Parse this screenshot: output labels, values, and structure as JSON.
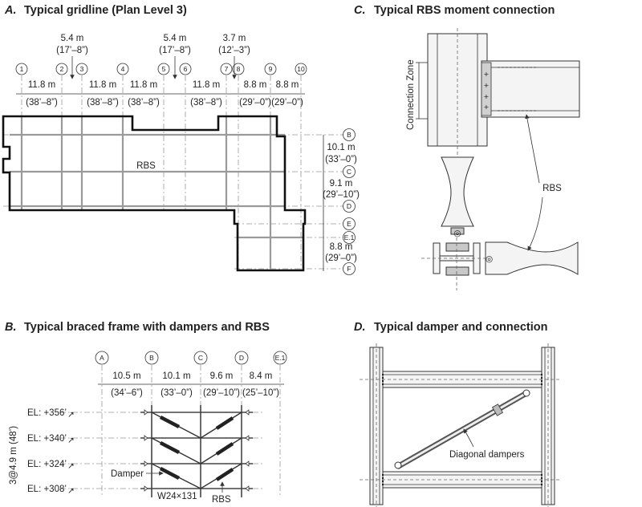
{
  "panel_a": {
    "letter": "A.",
    "title": "Typical gridline (Plan Level 3)",
    "top_dims": [
      {
        "m": "5.4 m",
        "ft": "(17’–8”)"
      },
      {
        "m": "5.4 m",
        "ft": "(17’–8”)"
      },
      {
        "m": "3.7 m",
        "ft": "(12’–3”)"
      }
    ],
    "bubbles": [
      "1",
      "2",
      "3",
      "4",
      "5",
      "6",
      "7",
      "8",
      "9",
      "10"
    ],
    "spans": [
      {
        "m": "11.8 m",
        "ft": "(38’–8”)"
      },
      {
        "m": "11.8 m",
        "ft": "(38’–8”)"
      },
      {
        "m": "11.8 m",
        "ft": "(38’–8”)"
      },
      {
        "m": "11.8 m",
        "ft": "(38’–8”)"
      },
      {
        "m": "8.8 m",
        "ft": "(29’–0”)"
      },
      {
        "m": "8.8 m",
        "ft": "(29’–0”)"
      }
    ],
    "center_label": "RBS",
    "row_bubbles": [
      "B",
      "C",
      "D",
      "E",
      "E.1",
      "F"
    ],
    "row_dims": [
      {
        "m": "10.1 m",
        "ft": "(33’–0”)"
      },
      {
        "m": "9.1 m",
        "ft": "(29’–10”)"
      },
      {
        "m": "8.8 m",
        "ft": "(29’–0”)"
      }
    ]
  },
  "panel_b": {
    "letter": "B.",
    "title": "Typical braced frame with dampers and RBS",
    "bubbles": [
      "A",
      "B",
      "C",
      "D",
      "E.1"
    ],
    "spans": [
      {
        "m": "10.5 m",
        "ft": "(34’–6”)"
      },
      {
        "m": "10.1 m",
        "ft": "(33’–0”)"
      },
      {
        "m": "9.6 m",
        "ft": "(29’–10”)"
      },
      {
        "m": "8.4 m",
        "ft": "(25’–10”)"
      }
    ],
    "elevations": [
      "EL: +356’",
      "EL: +340’",
      "EL: +324’",
      "EL: +308’"
    ],
    "vertical_dim": "3@4.9 m (48’)",
    "damper_label": "Damper",
    "section_label": "W24×131",
    "rbs_label": "RBS"
  },
  "panel_c": {
    "letter": "C.",
    "title": "Typical RBS moment connection",
    "zone_label": "Connection Zone",
    "rbs_label": "RBS"
  },
  "panel_d": {
    "letter": "D.",
    "title": "Typical damper and connection",
    "dampers_label": "Diagonal dampers"
  }
}
